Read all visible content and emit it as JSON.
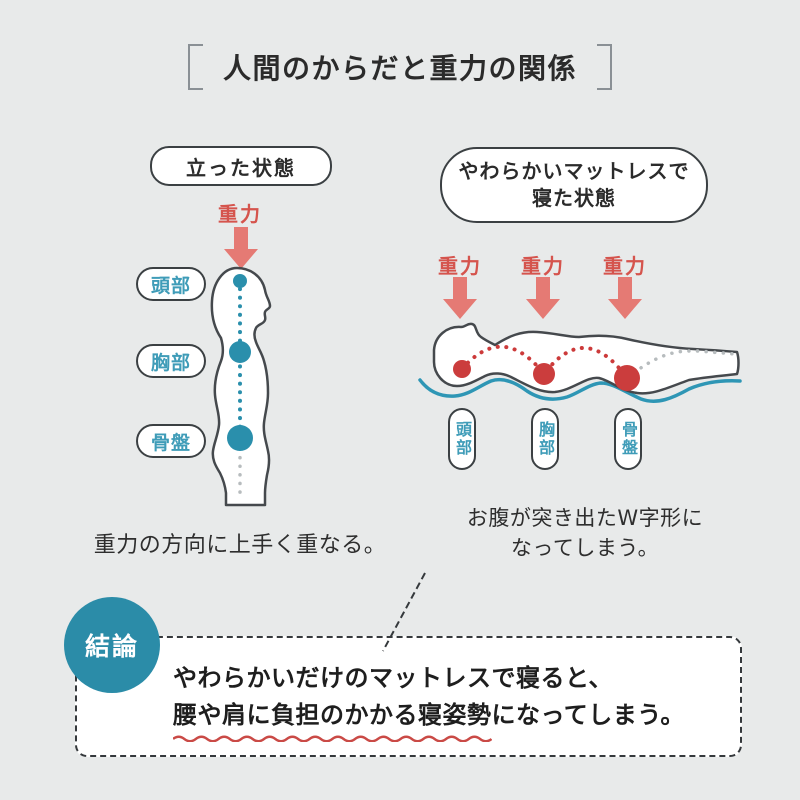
{
  "title": {
    "text": "人間のからだと重力の関係"
  },
  "standing": {
    "label": "立った状態",
    "gravity_label": "重力",
    "body_parts": [
      "頭部",
      "胸部",
      "骨盤"
    ],
    "caption": "重力の方向に上手く重なる。"
  },
  "lying": {
    "label_line1": "やわらかいマットレスで",
    "label_line2": "寝た状態",
    "gravity_labels": [
      "重力",
      "重力",
      "重力"
    ],
    "body_parts": [
      "頭部",
      "胸部",
      "骨盤"
    ],
    "caption_line1": "お腹が突き出たW字形に",
    "caption_line2": "なってしまう。"
  },
  "conclusion": {
    "badge": "結論",
    "line1": "やわらかいだけのマットレスで寝ると、",
    "line2_underlined": "腰や肩に負担のかかる寝姿勢",
    "line2_rest": "になってしまう。"
  },
  "colors": {
    "background": "#e8eaea",
    "teal": "#2a8fac",
    "teal_text": "#3f9cb8",
    "badge_teal": "#2b8ca8",
    "mattress_teal": "#2e96b5",
    "gravity_red": "#d5544d",
    "arrow_salmon": "#e57a74",
    "dot_red": "#cb3d3d",
    "wavy_red": "#ca4a46",
    "outline_dark": "#45494d",
    "text_dark": "#2b2b2b"
  }
}
